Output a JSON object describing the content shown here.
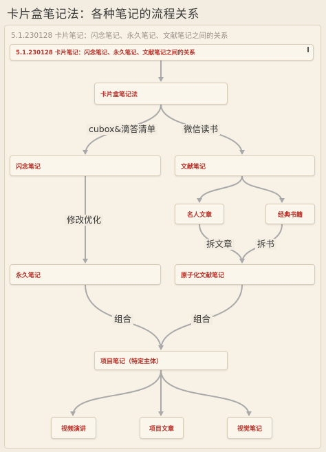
{
  "header": {
    "title": "卡片盒笔记法：各种笔记的流程关系",
    "subtitle": "5.1.230128 卡片笔记：闪念笔记、永久笔记、文献笔记之间的关系"
  },
  "nodes": {
    "root": "5.1.230128 卡片笔记：闪念笔记、永久笔记、文献笔记之间的关系",
    "method": "卡片盒笔记法",
    "fleeting": "闪念笔记",
    "literature": "文献笔记",
    "famous_article": "名人文章",
    "classic_book": "经典书籍",
    "permanent": "永久笔记",
    "atomic_literature": "原子化文献笔记",
    "project": "项目笔记（特定主体）",
    "video": "视频演讲",
    "project_article": "项目文章",
    "visual": "视觉笔记"
  },
  "edge_labels": {
    "cubox": "cubox&滴答清单",
    "weread": "微信读书",
    "refine": "修改优化",
    "split_article": "拆文章",
    "split_book": "拆书",
    "combine_left": "组合",
    "combine_right": "组合"
  },
  "colors": {
    "node_text": "#b4332a",
    "edge": "#a9a9a9",
    "background": "#f3ede1"
  }
}
